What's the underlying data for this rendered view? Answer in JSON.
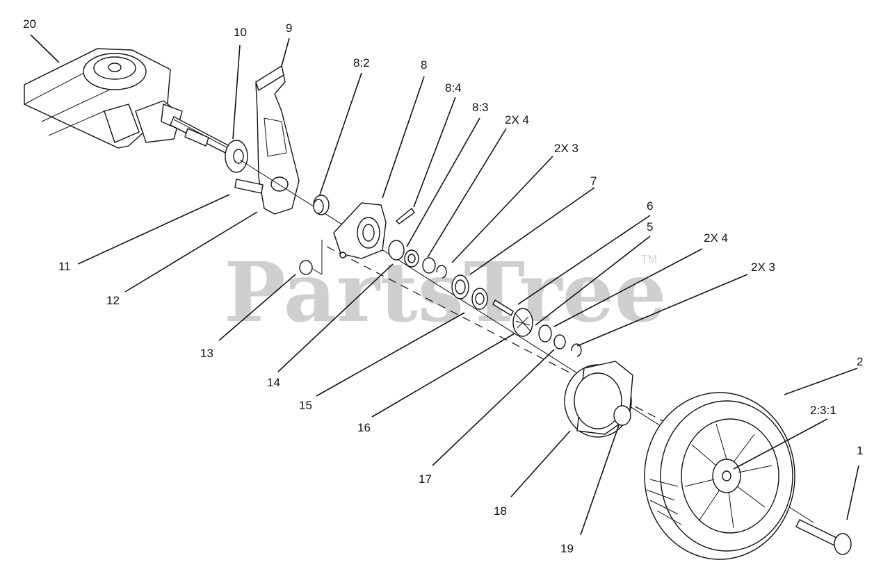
{
  "watermark": {
    "text": "PartsTree",
    "trademark": "TM"
  },
  "callouts": {
    "p20": "20",
    "p10": "10",
    "p9": "9",
    "p8_2": "8:2",
    "p8": "8",
    "p8_4": "8:4",
    "p8_3": "8:3",
    "p2x4_a": "2X 4",
    "p2x3_a": "2X 3",
    "p7": "7",
    "p6": "6",
    "p5": "5",
    "p2x4_b": "2X 4",
    "p2x3_b": "2X 3",
    "p11": "11",
    "p12": "12",
    "p13": "13",
    "p14": "14",
    "p15": "15",
    "p16": "16",
    "p17": "17",
    "p18": "18",
    "p19": "19",
    "p2": "2",
    "p2_3_1": "2:3:1",
    "p1": "1"
  }
}
